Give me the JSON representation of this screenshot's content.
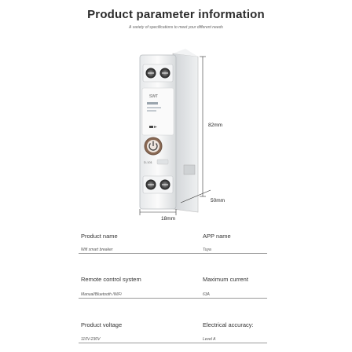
{
  "header": {
    "title": "Product parameter information",
    "subtitle": "A variety of specifications to meet your different needs"
  },
  "dimensions": {
    "height": "82mm",
    "depth": "50mm",
    "width": "18mm"
  },
  "device": {
    "brand_mark": "SWT",
    "button_icon": "power-icon",
    "model_text": "D-101"
  },
  "specs": {
    "product_name": {
      "label": "Product name",
      "value": "Wifi smart breaker"
    },
    "app_name": {
      "label": "APP name",
      "value": "Tuya"
    },
    "remote_control": {
      "label": "Remote control system",
      "value": "Manual/Bluetooth /WiFi"
    },
    "max_current": {
      "label": "Maximum current",
      "value": "63A"
    },
    "product_voltage": {
      "label": "Product voltage",
      "value": "110V-230V"
    },
    "accuracy": {
      "label": "Electrical accuracy:",
      "value": "Level A"
    }
  }
}
